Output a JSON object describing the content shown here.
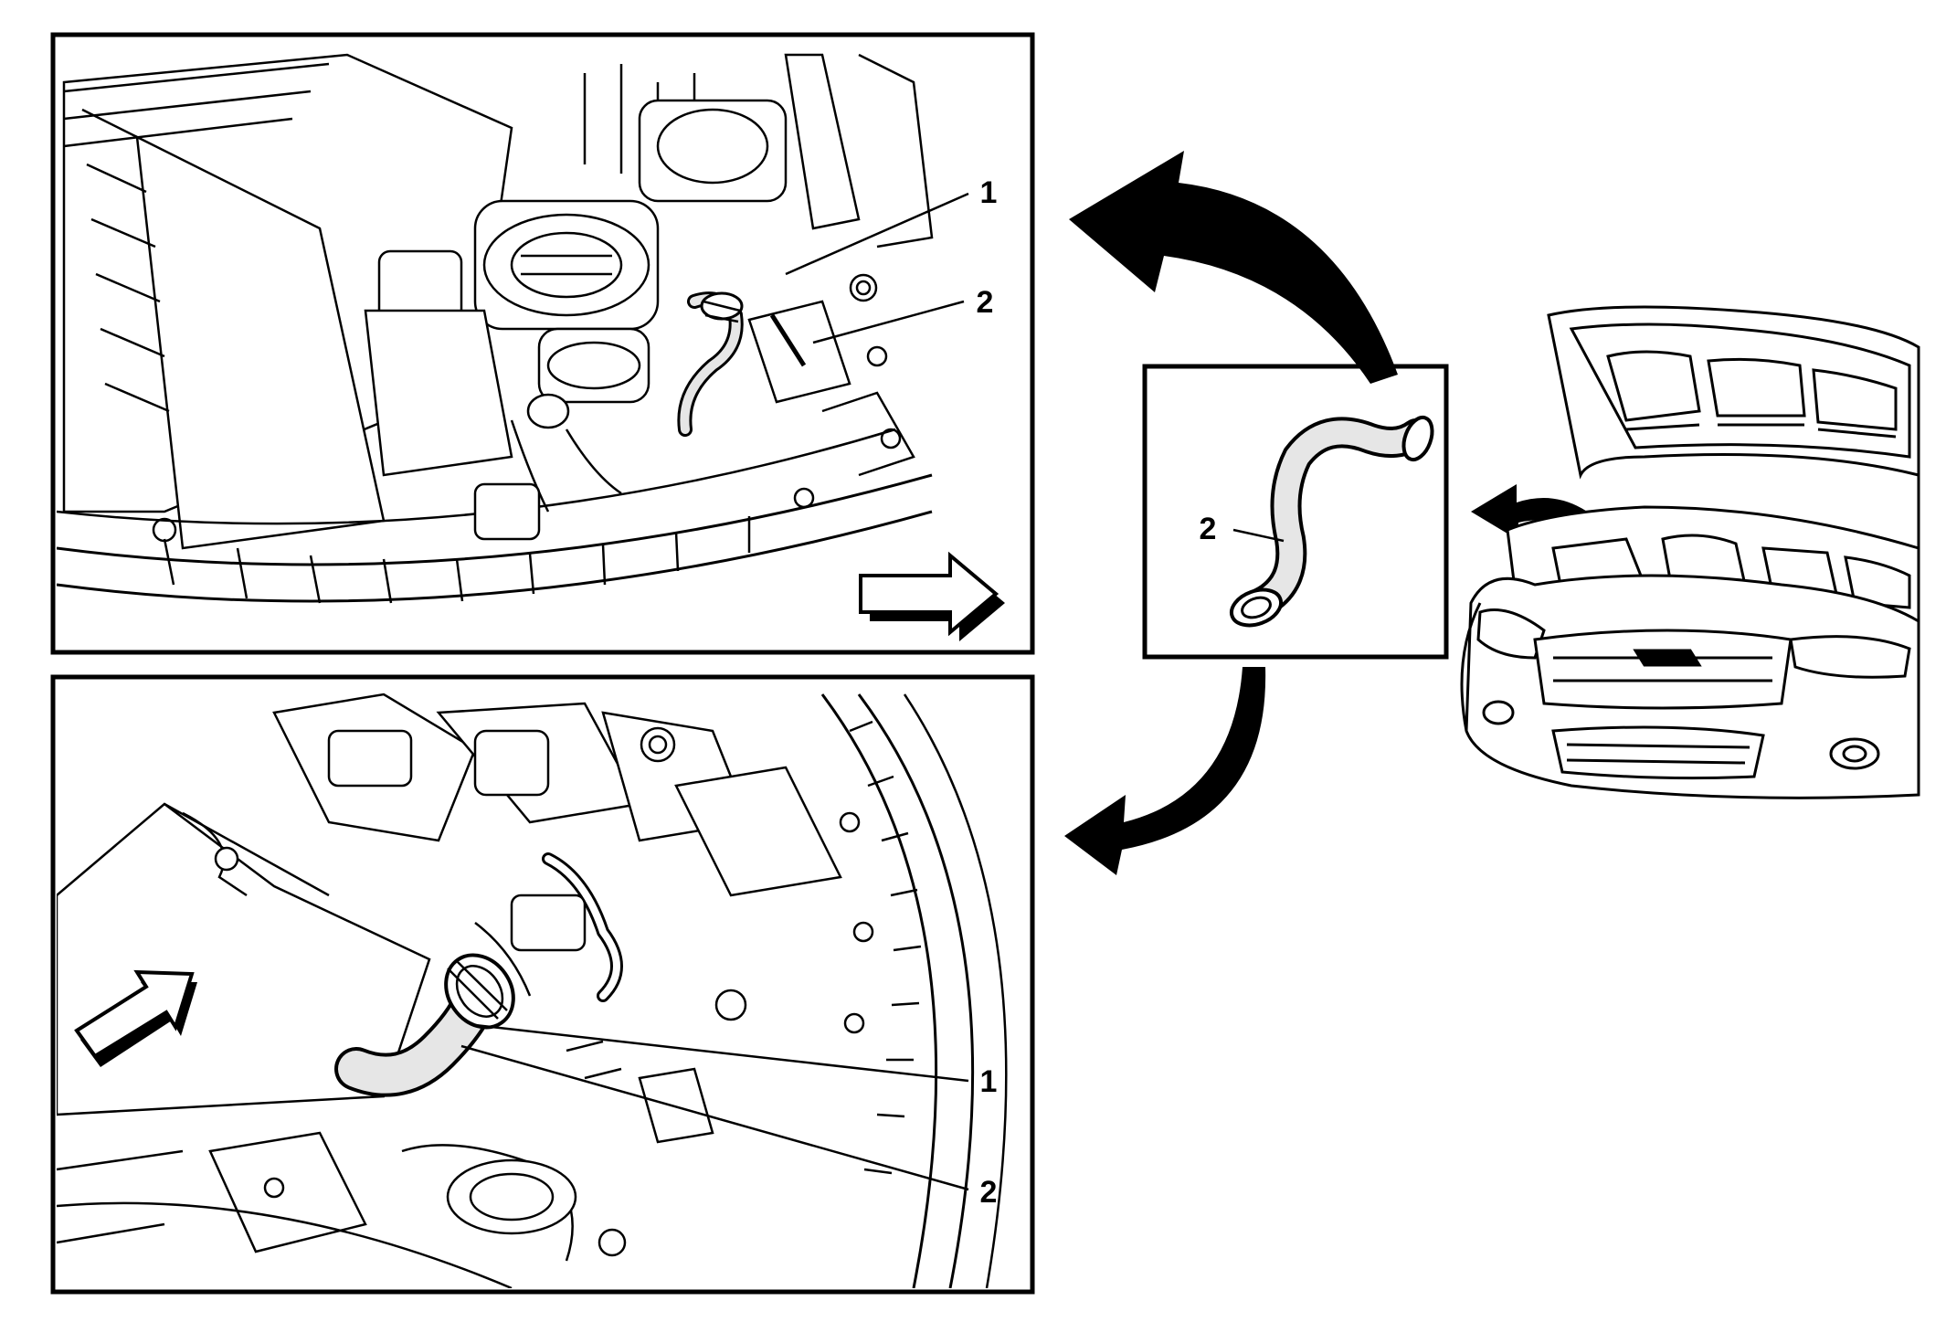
{
  "callouts": {
    "top_view": {
      "label_1": "1",
      "label_2": "2"
    },
    "hose_inset": {
      "label_2": "2"
    },
    "bottom_view": {
      "label_1": "1",
      "label_2": "2"
    }
  },
  "colors": {
    "line": "#000000",
    "background": "#ffffff",
    "hose_shade": "#e6e6e6"
  },
  "icons": [
    "curved-arrow-icon",
    "direction-arrow-icon",
    "hose-clamp-icon",
    "car-front-icon"
  ]
}
